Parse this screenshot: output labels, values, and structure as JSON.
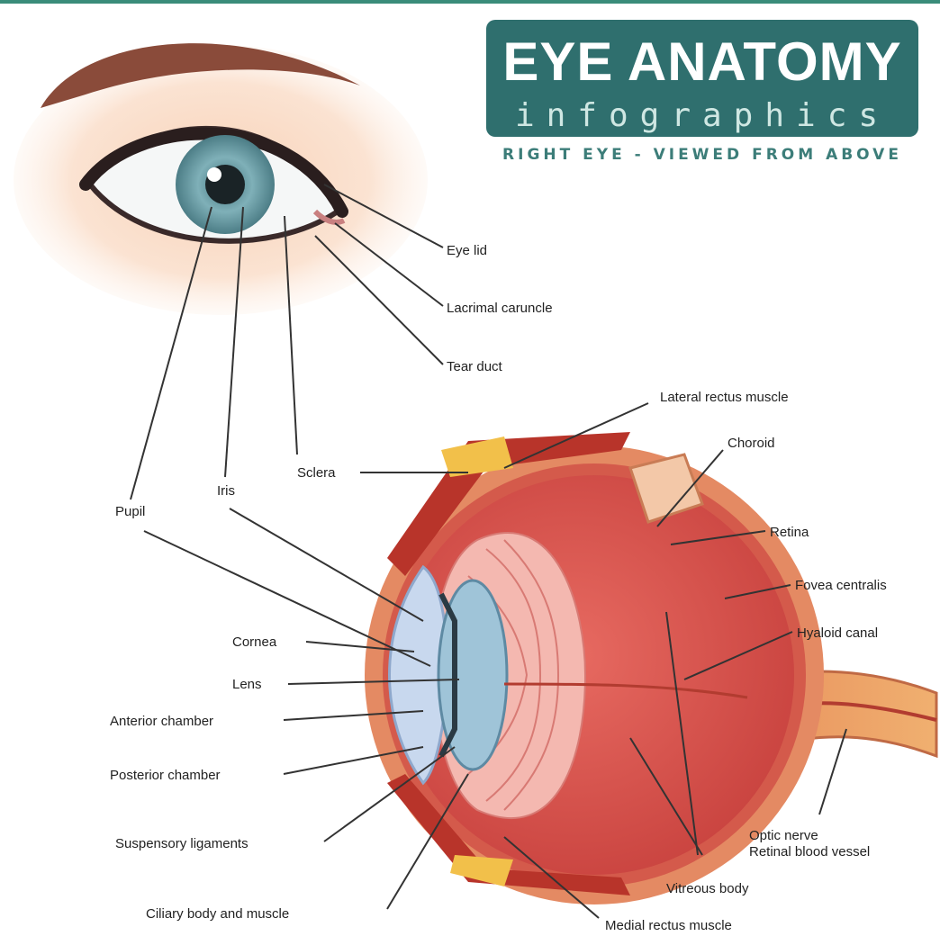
{
  "title": "EYE ANATOMY",
  "subtitle_word": "infographics",
  "view_note": "RIGHT EYE - VIEWED FROM ABOVE",
  "labels": {
    "eye_lid": "Eye lid",
    "lacrimal_caruncle": "Lacrimal caruncle",
    "tear_duct": "Tear duct",
    "lateral_rectus": "Lateral rectus muscle",
    "choroid": "Choroid",
    "retina": "Retina",
    "fovea": "Fovea centralis",
    "hyaloid": "Hyaloid canal",
    "sclera": "Sclera",
    "iris": "Iris",
    "pupil": "Pupil",
    "cornea": "Cornea",
    "lens": "Lens",
    "anterior": "Anterior chamber",
    "posterior": "Posterior chamber",
    "suspensory": "Suspensory ligaments",
    "ciliary": "Ciliary body and muscle",
    "optic_nerve": "Optic nerve",
    "retinal_vessel": "Retinal blood vessel",
    "vitreous": "Vitreous body",
    "medial_rectus": "Medial rectus muscle"
  },
  "colors": {
    "header_bg": "#2f6f6e",
    "accent_line": "#3a8c7a",
    "iris": "#7fb0b8",
    "sclera_wall": "#e48a63",
    "retina": "#c9433f",
    "muscle": "#b8342a",
    "leader_line": "#333333"
  }
}
